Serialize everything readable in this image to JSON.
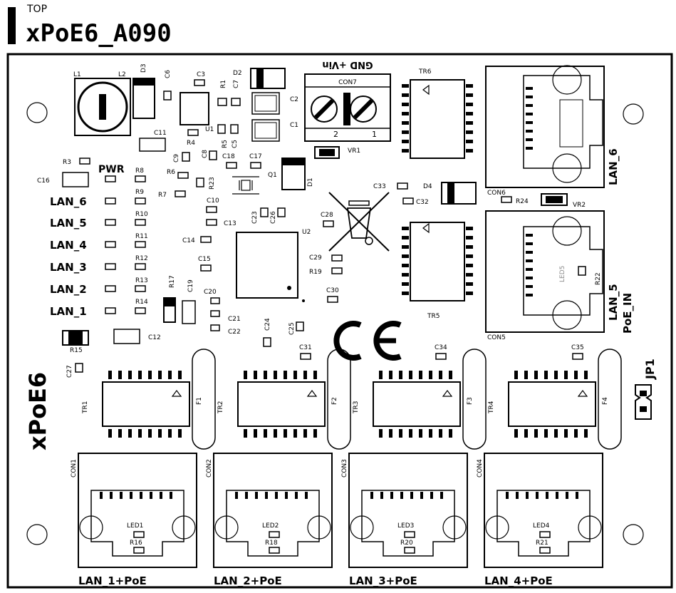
{
  "header": {
    "layer": "TOP",
    "board_name": "xPoE6_A090"
  },
  "labels": {
    "pwr": "PWR",
    "led_labels": [
      "LAN_6",
      "LAN_5",
      "LAN_4",
      "LAN_3",
      "LAN_2",
      "LAN_1"
    ],
    "lan6": "LAN_6",
    "lan5": "LAN_5",
    "poe_in": "PoE_IN",
    "gnd_vin": "GND +Vin",
    "xpoe6": "xPoE6",
    "jp1": "JP1",
    "bottom_ports": [
      "LAN_1+PoE",
      "LAN_2+PoE",
      "LAN_3+PoE",
      "LAN_4+PoE"
    ],
    "ce_mark": "CE",
    "con7_pins": [
      "2",
      "1"
    ]
  },
  "designators": {
    "L1": "L1",
    "L2": "L2",
    "D3": "D3",
    "C6": "C6",
    "C3": "C3",
    "R1": "R1",
    "C7": "C7",
    "D2": "D2",
    "C2": "C2",
    "C1": "C1",
    "C11": "C11",
    "R4": "R4",
    "U1": "U1",
    "C5": "C5",
    "R5": "R5",
    "CON7": "CON7",
    "VR1": "VR1",
    "TR6": "TR6",
    "R3": "R3",
    "C16": "C16",
    "R8": "R8",
    "C9": "C9",
    "R6": "R6",
    "C8": "C8",
    "C18": "C18",
    "C17": "C17",
    "R23": "R23",
    "Q1": "Q1",
    "D1": "D1",
    "R7": "R7",
    "R9": "R9",
    "C10": "C10",
    "C33": "C33",
    "D4": "D4",
    "C32": "C32",
    "CON6": "CON6",
    "R24": "R24",
    "VR2": "VR2",
    "R10": "R10",
    "C23": "C23",
    "C26": "C26",
    "C28": "C28",
    "C13": "C13",
    "U2": "U2",
    "R11": "R11",
    "C14": "C14",
    "C29": "C29",
    "R12": "R12",
    "C15": "C15",
    "R19": "R19",
    "LED5": "LED5",
    "R22": "R22",
    "R13": "R13",
    "R17": "R17",
    "C19": "C19",
    "C30": "C30",
    "R14": "R14",
    "C20": "C20",
    "TR5": "TR5",
    "C21": "C21",
    "C22": "C22",
    "C24": "C24",
    "C25": "C25",
    "CON5": "CON5",
    "C12": "C12",
    "R15": "R15",
    "C31": "C31",
    "C34": "C34",
    "C35": "C35",
    "C27": "C27",
    "TR1": "TR1",
    "F1": "F1",
    "TR2": "TR2",
    "F2": "F2",
    "TR3": "TR3",
    "F3": "F3",
    "TR4": "TR4",
    "F4": "F4",
    "CON1": "CON1",
    "CON2": "CON2",
    "CON3": "CON3",
    "CON4": "CON4",
    "LED1": "LED1",
    "LED2": "LED2",
    "LED3": "LED3",
    "LED4": "LED4",
    "R16": "R16",
    "R18": "R18",
    "R20": "R20",
    "R21": "R21"
  }
}
